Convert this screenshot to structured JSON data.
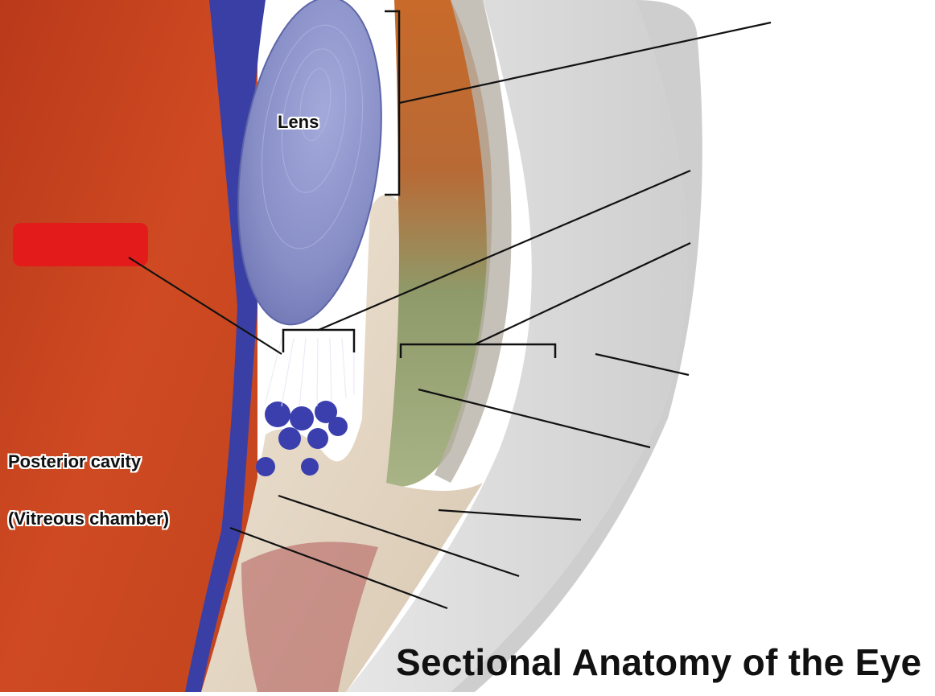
{
  "figure": {
    "title": "Sectional Anatomy of the Eye",
    "labels": {
      "lens": "Lens",
      "posterior_cavity_line1": "Posterior cavity",
      "posterior_cavity_line2": "(Vitreous chamber)"
    },
    "redacted_label_color": "#e31b1b"
  },
  "colors": {
    "vitreous": "#c8431e",
    "sclera": "#dcdcdc",
    "cornea_edge": "#c0c0c0",
    "lens": "#8c93c8",
    "retina_blue": "#3b3ea8",
    "ciliary_tissue": "#e9dccb",
    "iris_orange": "#c8682a",
    "iris_green": "#9aa67a",
    "leader_line": "#111111"
  }
}
